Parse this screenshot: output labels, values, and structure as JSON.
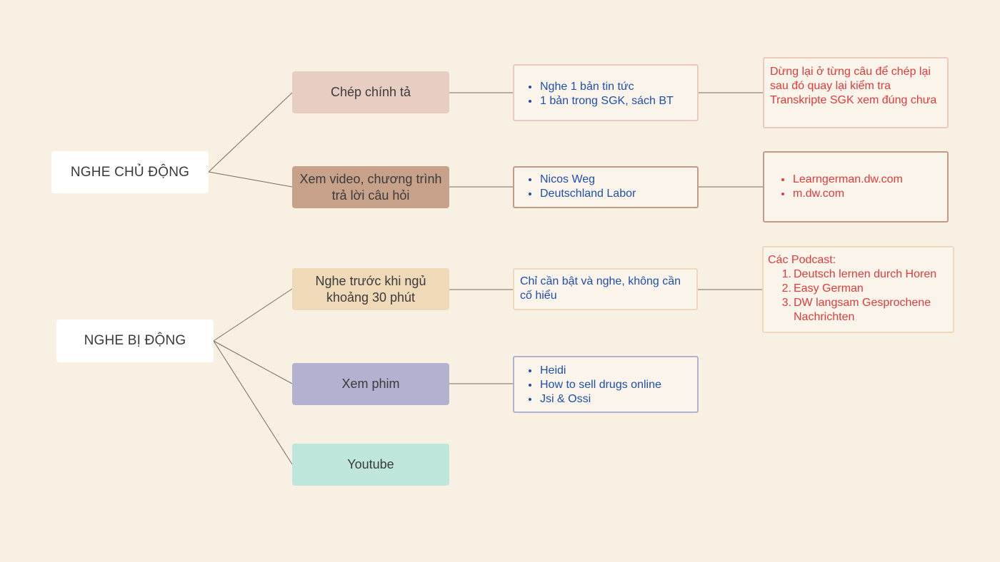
{
  "colors": {
    "background": "#f8f0e2",
    "connector": "#7a6a5c",
    "note_text_blue": "#1f4fae",
    "note_text_red": "#e23b3b",
    "branch_chep_chinh_ta": "#e8cec2",
    "branch_xem_video": "#c8a18a",
    "branch_nghe_truoc": "#efd9b8",
    "branch_xem_phim": "#b2b2d0",
    "branch_youtube": "#bee6dc"
  },
  "roots": {
    "active": "NGHE CHỦ ĐỘNG",
    "passive": "NGHE BỊ ĐỘNG"
  },
  "branches": {
    "chep_chinh_ta": "Chép chính tả",
    "xem_video": "Xem video, chương trình trả lời câu hỏi",
    "nghe_truoc_khi_ngu": "Nghe trước khi ngủ khoảng 30 phút",
    "xem_phim": "Xem phim",
    "youtube": "Youtube"
  },
  "notes": {
    "chep_chinh_ta_sources": [
      "Nghe 1 bản tin tức",
      "1 bản trong SGK, sách BT"
    ],
    "chep_chinh_ta_tip": "Dừng lại ở từng câu để chép lại sau đó quay lại kiểm tra Transkripte SGK xem đúng chưa",
    "xem_video_shows": [
      "Nicos Weg",
      "Deutschland Labor"
    ],
    "xem_video_sites": [
      "Learngerman.dw.com",
      "m.dw.com"
    ],
    "nghe_truoc_tip": "Chỉ cần bật và nghe, không cần cố hiểu",
    "podcast_heading": "Các Podcast:",
    "podcasts": [
      {
        "num": "1.",
        "text": "Deutsch lernen durch Horen"
      },
      {
        "num": "2.",
        "text": "Easy German"
      },
      {
        "num": "3.",
        "text": "DW langsam Gesprochene Nachrichten"
      }
    ],
    "xem_phim_titles": [
      "Heidi",
      "How to sell drugs online",
      "Jsi & Ossi"
    ]
  }
}
